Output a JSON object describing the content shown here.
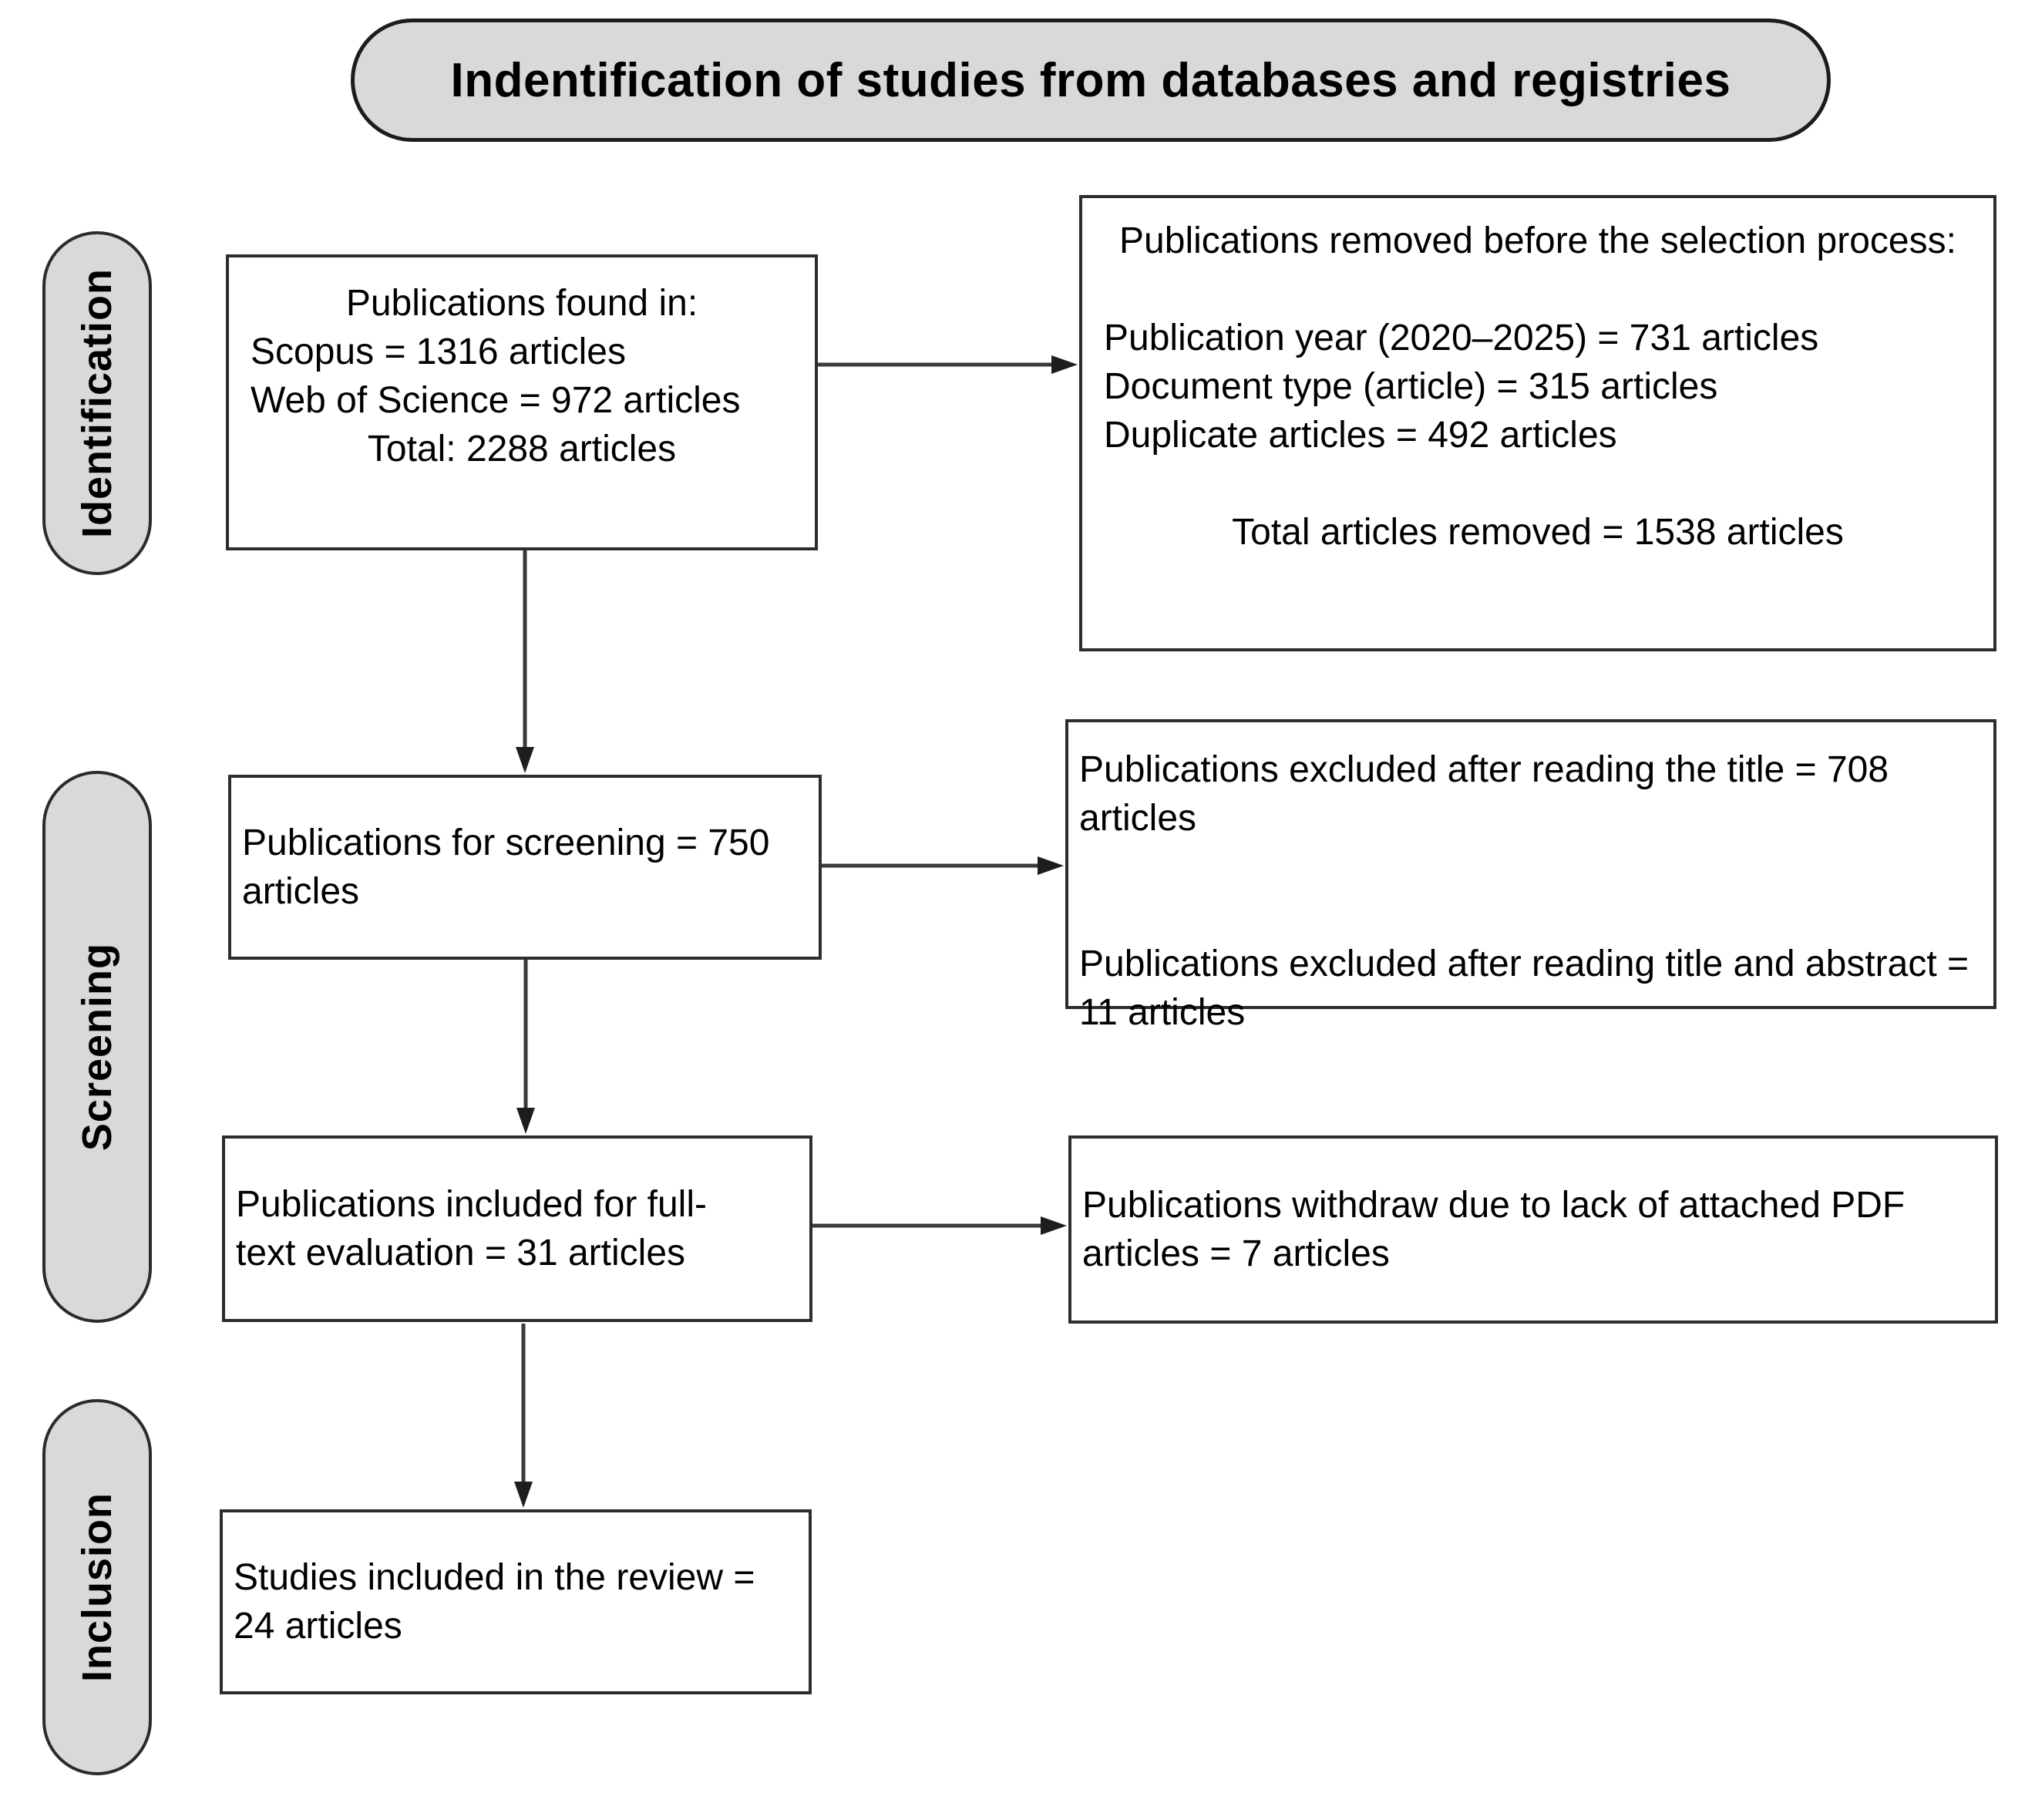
{
  "title": "Indentification of studies from databases and registries",
  "stages": {
    "identification": "Identification",
    "screening": "Screening",
    "inclusion": "Inclusion"
  },
  "boxes": {
    "found": {
      "header": "Publications  found in:",
      "scopus": "Scopus = 1316 articles",
      "web_of_science": "Web of Science = 972 articles",
      "total": "Total: 2288 articles"
    },
    "removed": {
      "header": "Publications  removed before the selection process:",
      "publication_year": "Publication year (2020–2025) = 731 articles",
      "document_type": "Document type (article) = 315 articles",
      "duplicates": "Duplicate articles = 492 articles",
      "total": "Total articles removed = 1538 articles"
    },
    "screening": {
      "text": "Publications  for screening = 750 articles"
    },
    "excluded": {
      "after_title": "Publications excluded after reading the title = 708 articles",
      "after_abstract": "Publications excluded after reading title and abstract = 11 articles"
    },
    "fulltext": {
      "text": "Publications  included for full-text evaluation = 31 articles"
    },
    "withdraw": {
      "text": "Publications withdraw due to lack of attached PDF articles = 7 articles"
    },
    "included": {
      "text": "Studies included in the review = 24 articles"
    }
  },
  "colors": {
    "stage_fill": "#d9d9d9",
    "box_border": "#2d2d2d",
    "arrow": "#3a3a3a",
    "background": "#ffffff",
    "text": "#000000"
  }
}
